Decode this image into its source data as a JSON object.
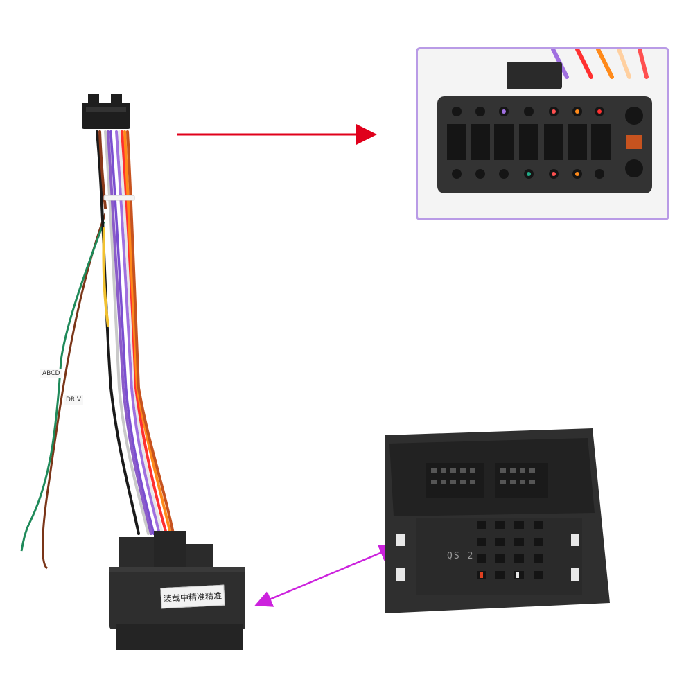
{
  "scene": {
    "description_free": true,
    "colors": {
      "background": "#ffffff",
      "inset_border": "#b99be6",
      "red_arrow": "#e0001b",
      "magenta_arrow": "#cc22dd",
      "connector_body": "#2e2e2e",
      "connector_dark": "#1e1e1e"
    },
    "wire_colors": [
      "#ffffff",
      "#8b5cc9",
      "#1a1a1a",
      "#c7531f",
      "#ff8a1a",
      "#22966a",
      "#8a3a1a",
      "#ff3030",
      "#9a9a9a",
      "#f2c230"
    ],
    "icons": [
      "red-arrow-right-icon",
      "magenta-double-arrow-icon"
    ]
  },
  "labels": {
    "sticker_text": "装载中精准精准",
    "mold_mark": "QS 2",
    "tag_a": "ABCD",
    "tag_b": "DRIV"
  }
}
